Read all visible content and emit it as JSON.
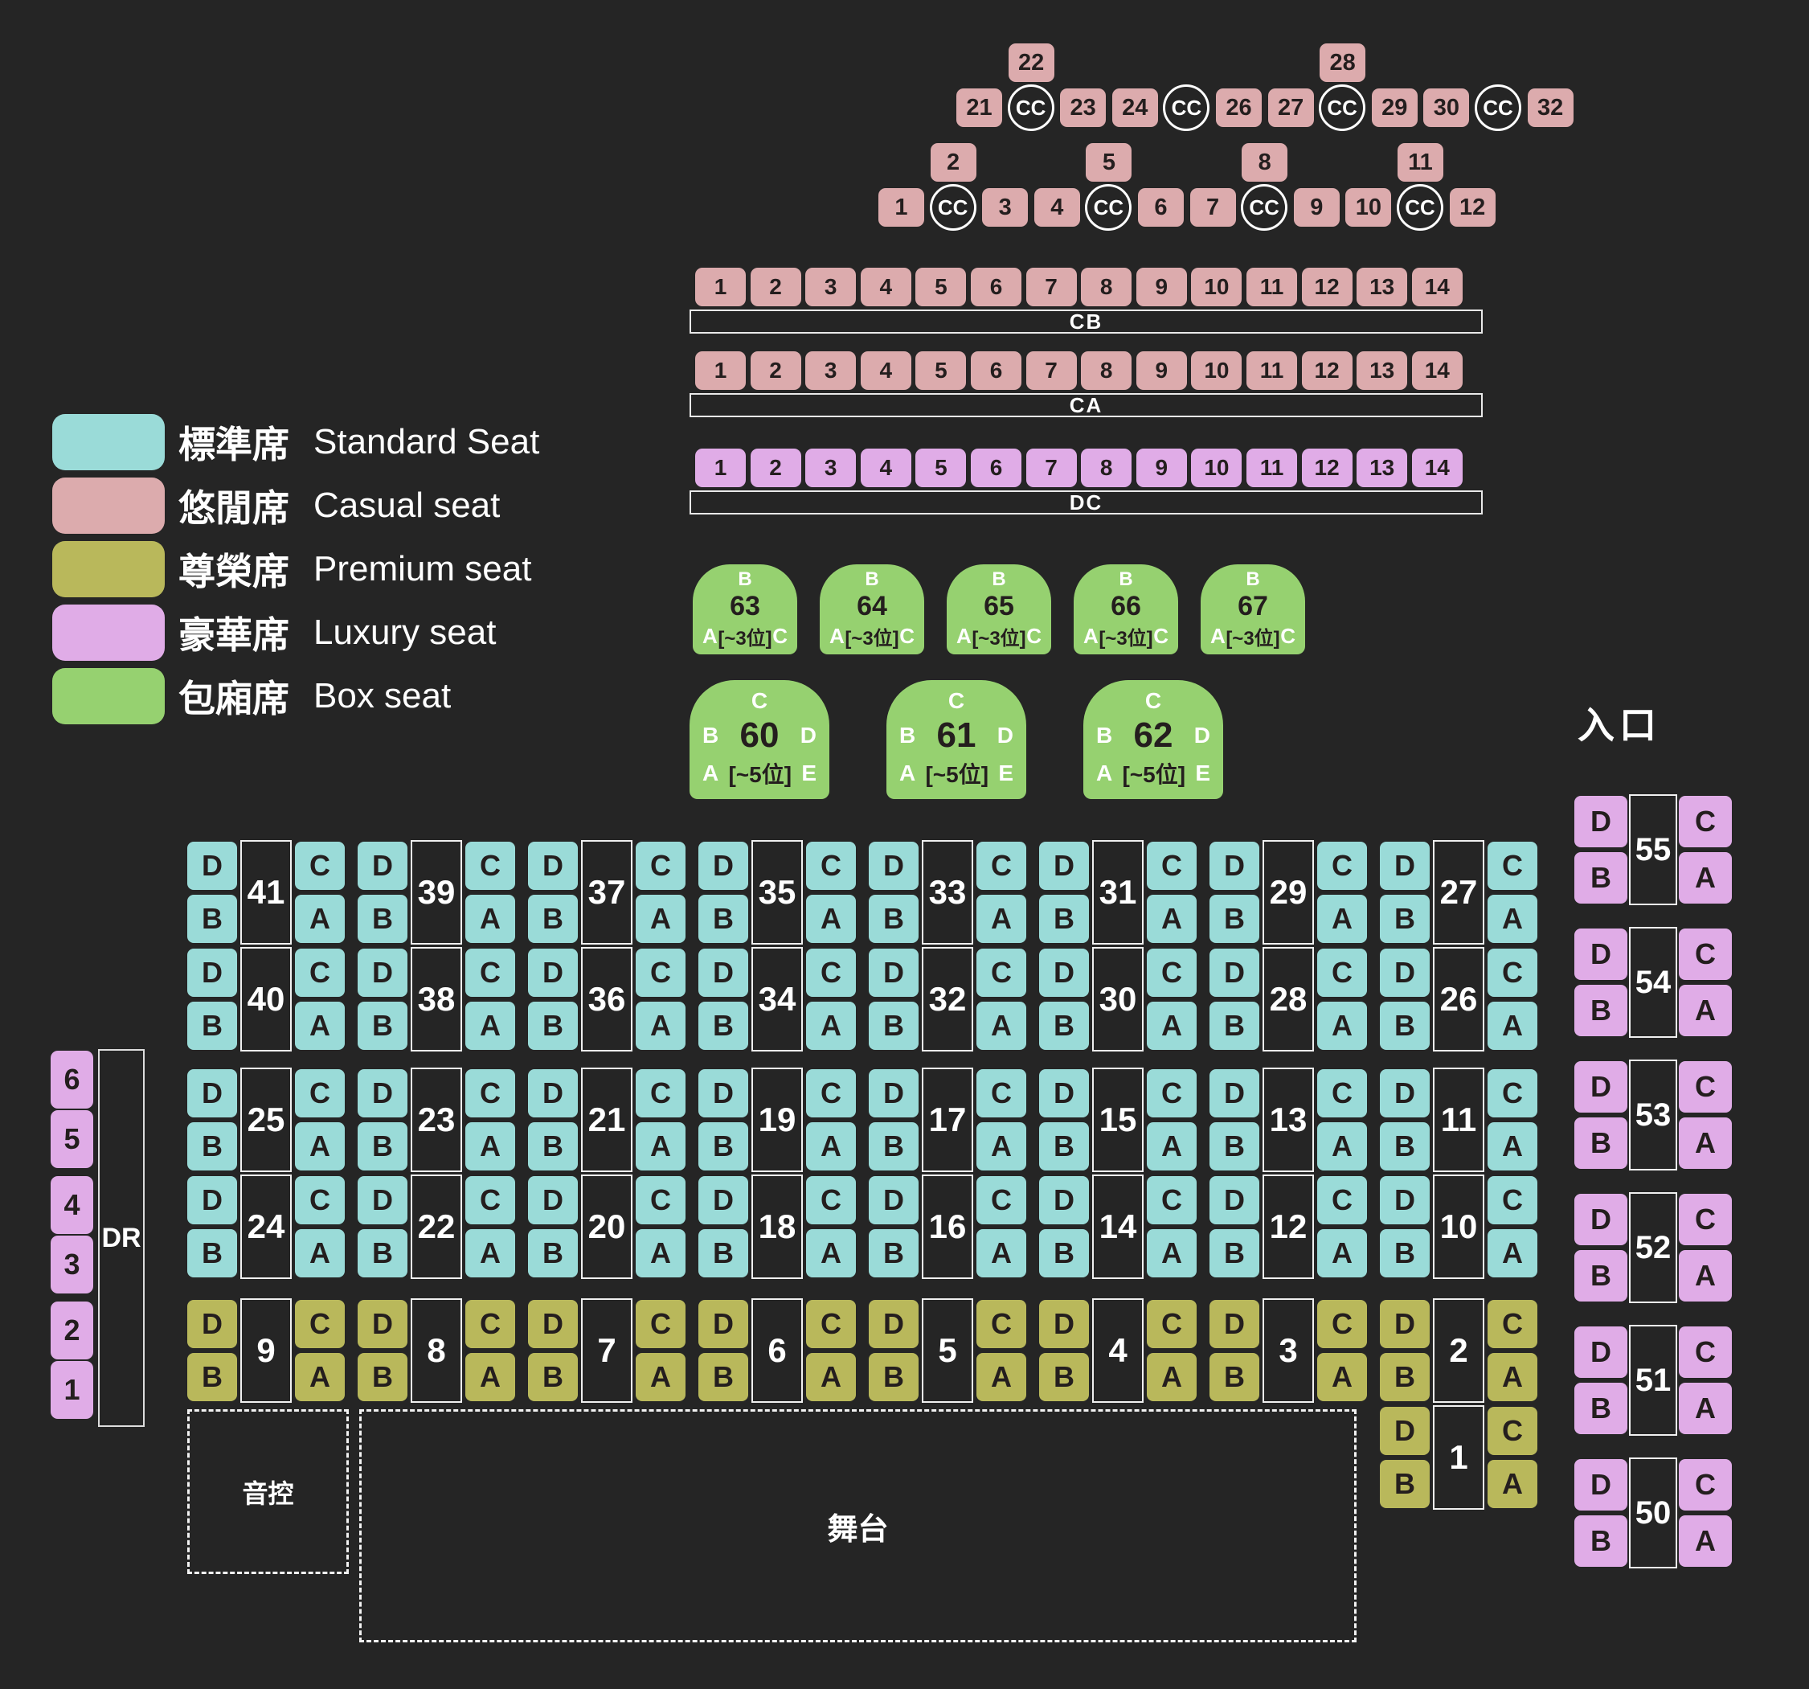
{
  "colors": {
    "background": "#252525",
    "standard": "#9adbd8",
    "casual": "#dcabad",
    "premium": "#b9b85b",
    "luxury": "#e0ace7",
    "box": "#96d170",
    "seat_text": "#241e1e",
    "outline": "#ffffff"
  },
  "legend": {
    "items": [
      {
        "key": "standard",
        "zh": "標準席",
        "en": "Standard Seat"
      },
      {
        "key": "casual",
        "zh": "悠閒席",
        "en": "Casual seat"
      },
      {
        "key": "premium",
        "zh": "尊榮席",
        "en": "Premium seat"
      },
      {
        "key": "luxury",
        "zh": "豪華席",
        "en": "Luxury seat"
      },
      {
        "key": "box",
        "zh": "包廂席",
        "en": "Box seat"
      }
    ]
  },
  "top_section": {
    "rows": [
      {
        "cells": [
          "21",
          "CC",
          "23",
          "24",
          "CC",
          "26",
          "27",
          "CC",
          "29",
          "30",
          "CC",
          "32"
        ],
        "above": [
          {
            "label": "22",
            "slot": 1
          },
          {
            "label": "28",
            "slot": 7
          }
        ]
      },
      {
        "cells": [
          "1",
          "CC",
          "3",
          "4",
          "CC",
          "6",
          "7",
          "CC",
          "9",
          "10",
          "CC",
          "12"
        ],
        "above": [
          {
            "label": "2",
            "slot": 1
          },
          {
            "label": "5",
            "slot": 4
          },
          {
            "label": "8",
            "slot": 7
          },
          {
            "label": "11",
            "slot": 10
          }
        ]
      }
    ]
  },
  "bench_rows": [
    {
      "label": "CB",
      "type": "casual",
      "seats": [
        "1",
        "2",
        "3",
        "4",
        "5",
        "6",
        "7",
        "8",
        "9",
        "10",
        "11",
        "12",
        "13",
        "14"
      ]
    },
    {
      "label": "CA",
      "type": "casual",
      "seats": [
        "1",
        "2",
        "3",
        "4",
        "5",
        "6",
        "7",
        "8",
        "9",
        "10",
        "11",
        "12",
        "13",
        "14"
      ]
    },
    {
      "label": "DC",
      "type": "luxury",
      "seats": [
        "1",
        "2",
        "3",
        "4",
        "5",
        "6",
        "7",
        "8",
        "9",
        "10",
        "11",
        "12",
        "13",
        "14"
      ]
    }
  ],
  "box_seats": {
    "small": [
      {
        "number": "63",
        "top": "B",
        "bottom_left": "A",
        "bottom_center": "[~3位]",
        "bottom_right": "C"
      },
      {
        "number": "64",
        "top": "B",
        "bottom_left": "A",
        "bottom_center": "[~3位]",
        "bottom_right": "C"
      },
      {
        "number": "65",
        "top": "B",
        "bottom_left": "A",
        "bottom_center": "[~3位]",
        "bottom_right": "C"
      },
      {
        "number": "66",
        "top": "B",
        "bottom_left": "A",
        "bottom_center": "[~3位]",
        "bottom_right": "C"
      },
      {
        "number": "67",
        "top": "B",
        "bottom_left": "A",
        "bottom_center": "[~3位]",
        "bottom_right": "C"
      }
    ],
    "large": [
      {
        "number": "60",
        "top": "C",
        "mid_left": "B",
        "mid_right": "D",
        "bottom_left": "A",
        "bottom_center": "[~5位]",
        "bottom_right": "E"
      },
      {
        "number": "61",
        "top": "C",
        "mid_left": "B",
        "mid_right": "D",
        "bottom_left": "A",
        "bottom_center": "[~5位]",
        "bottom_right": "E"
      },
      {
        "number": "62",
        "top": "C",
        "mid_left": "B",
        "mid_right": "D",
        "bottom_left": "A",
        "bottom_center": "[~5位]",
        "bottom_right": "E"
      }
    ]
  },
  "floor": {
    "seat_letters": {
      "top_left": "D",
      "bottom_left": "B",
      "top_right": "C",
      "bottom_right": "A"
    },
    "rows": [
      {
        "type": "standard",
        "tables": [
          "41",
          "39",
          "37",
          "35",
          "33",
          "31",
          "29",
          "27"
        ]
      },
      {
        "type": "standard",
        "tables": [
          "40",
          "38",
          "36",
          "34",
          "32",
          "30",
          "28",
          "26"
        ]
      },
      {
        "type": "standard",
        "tables": [
          "25",
          "23",
          "21",
          "19",
          "17",
          "15",
          "13",
          "11"
        ]
      },
      {
        "type": "standard",
        "tables": [
          "24",
          "22",
          "20",
          "18",
          "16",
          "14",
          "12",
          "10"
        ]
      },
      {
        "type": "premium",
        "tables": [
          "9",
          "8",
          "7",
          "6",
          "5",
          "4",
          "3",
          "2"
        ]
      }
    ],
    "extra": {
      "type": "premium",
      "table": "1"
    }
  },
  "left_column": {
    "label": "DR",
    "seats": [
      "6",
      "5",
      "4",
      "3",
      "2",
      "1"
    ]
  },
  "right_column": {
    "header": "入口",
    "tables": [
      "55",
      "54",
      "53",
      "52",
      "51",
      "50"
    ]
  },
  "sound_control": {
    "label": "音控"
  },
  "stage": {
    "label": "舞台"
  }
}
